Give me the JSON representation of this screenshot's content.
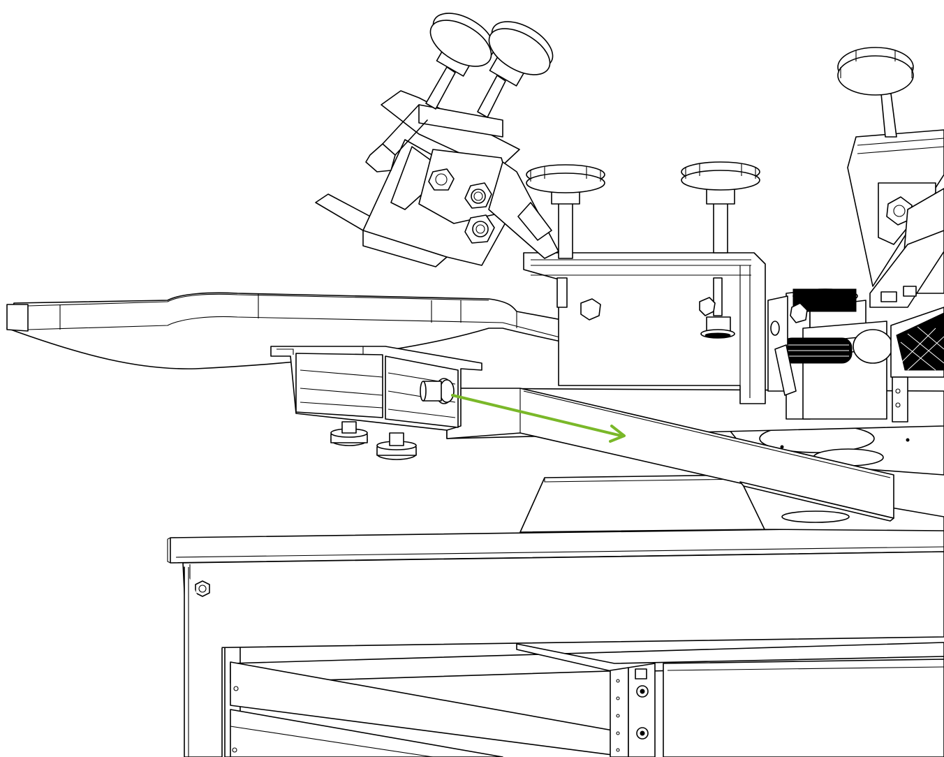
{
  "diagram": {
    "subject": "screen-printing-press-assembly",
    "style": "black line art on white",
    "colors": {
      "line": "#000000",
      "background": "#ffffff",
      "arrow": "#7ab829"
    },
    "annotation": {
      "type": "direction-arrow",
      "icon": "arrow-right-icon"
    }
  }
}
